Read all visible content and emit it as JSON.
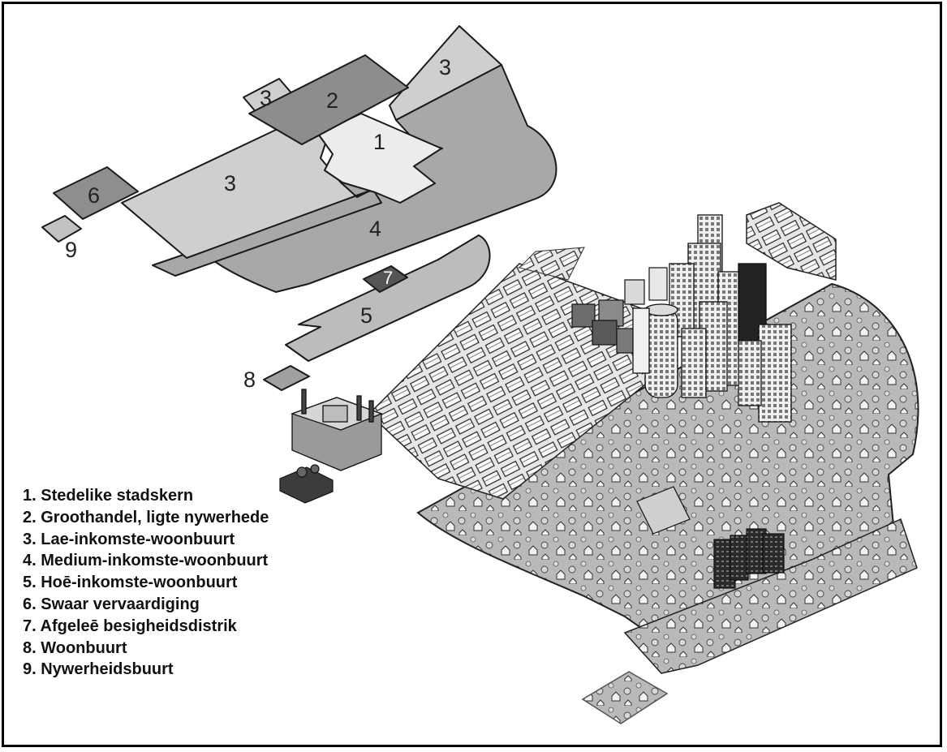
{
  "zone_labels": [
    "1",
    "2",
    "3",
    "3",
    "3",
    "4",
    "5",
    "6",
    "7",
    "8",
    "9"
  ],
  "legend": [
    "1. Stedelike stadskern",
    "2. Groothandel, ligte nywerhede",
    "3. Lae-inkomste-woonbuurt",
    "4. Medium-inkomste-woonbuurt",
    "5. Hoē-inkomste-woonbuurt",
    "6. Swaar vervaardiging",
    "7. Afgeleē besigheidsdistrik",
    "8. Woonbuurt",
    "9. Nywerheidsbuurt"
  ],
  "colors": {
    "zone_1": "#ececec",
    "zone_2": "#8d8d8d",
    "zone_3": "#cfcfcf",
    "zone_4": "#a8a8a8",
    "zone_5": "#bcbcbc",
    "zone_6": "#8e8e8e",
    "zone_7": "#555555",
    "zone_8": "#a0a0a0",
    "zone_9": "#c2c2c2",
    "ground": "#b4b4b4"
  }
}
